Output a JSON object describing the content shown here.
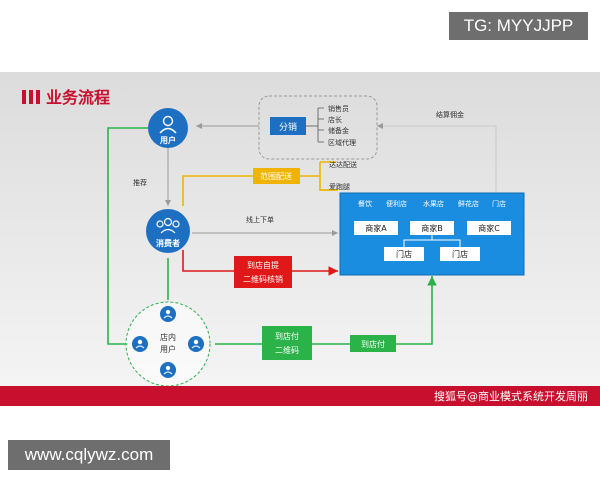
{
  "watermarks": {
    "top": "TG: MYYJJPP",
    "bottom": "www.cqlywz.com"
  },
  "header": {
    "title": "业务流程"
  },
  "footer": {
    "credit": "搜狐号@商业模式系统开发周丽"
  },
  "nodes": {
    "user": "用户",
    "consumer": "消费者",
    "store_users": [
      "店内",
      "用户"
    ],
    "distribution": "分销",
    "distribution_roles": [
      "销售员",
      "店长",
      "储备金",
      "区域代理"
    ],
    "range_delivery": "范围配送",
    "dada": "达达配送",
    "errand": "爱跑腿",
    "settle_commission": "结算佣金",
    "recommend": "推荐",
    "online_order": "线上下单",
    "pickup": [
      "到店自提",
      "二维码核销"
    ],
    "pay_qr": [
      "到店付",
      "二维码"
    ],
    "pay_store": "到店付",
    "categories": [
      "餐饮",
      "便利店",
      "水果店",
      "鲜花店",
      "门店"
    ],
    "merchants": [
      "商家A",
      "商家B",
      "商家C"
    ],
    "stores": [
      "门店",
      "门店"
    ]
  },
  "colors": {
    "brand_red": "#c8102e",
    "blue": "#1d6fc2",
    "merchant_blue": "#1a8de0",
    "green": "#2bb34a",
    "yellow": "#f0b400",
    "gray_line": "#9a9a9a"
  }
}
